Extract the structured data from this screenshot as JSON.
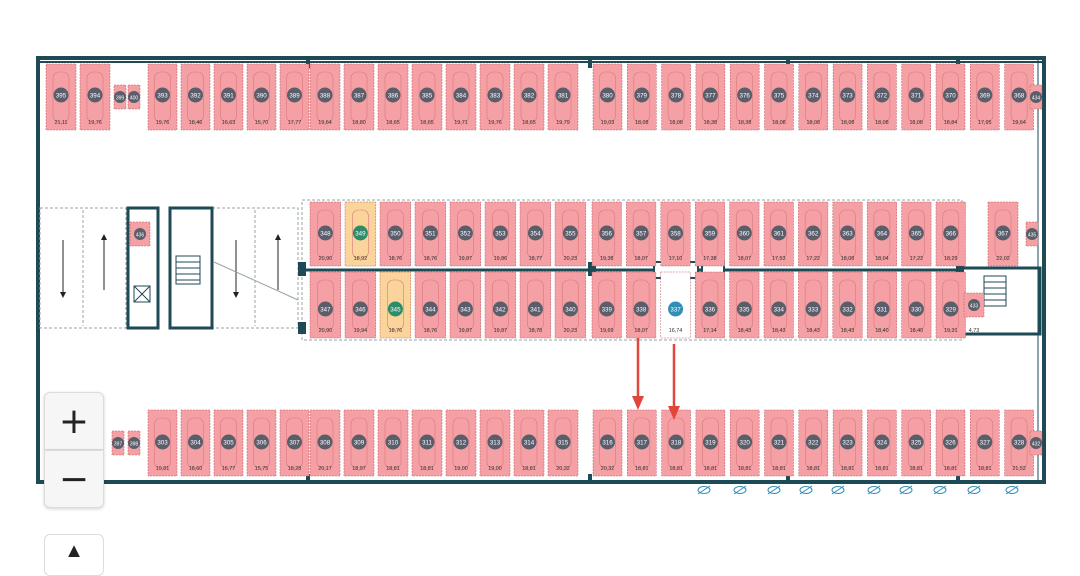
{
  "zoom": {
    "in_label": "+",
    "out_label": "−",
    "top_label": "▲"
  },
  "colors": {
    "wall": "#1d4a55",
    "spot_free": "#f4a0a4",
    "spot_reserved": "#fbd49b",
    "badge": "#5a5e6b",
    "badge_reserved": "#2e8c6a",
    "badge_selected": "#2f8fb5",
    "arrow": "#e0473a"
  },
  "rows": [
    {
      "id": "row-top",
      "spots": [
        {
          "num": "395",
          "area": "21,11"
        },
        {
          "num": "394",
          "area": "19,76"
        },
        {
          "num": "399",
          "area": ""
        },
        {
          "num": "400",
          "area": ""
        },
        {
          "num": "393",
          "area": "19,76"
        },
        {
          "num": "392",
          "area": "18,46"
        },
        {
          "num": "391",
          "area": "16,63"
        },
        {
          "num": "390",
          "area": "15,70"
        },
        {
          "num": "389",
          "area": "17,77"
        },
        {
          "num": "388",
          "area": "19,64"
        },
        {
          "num": "387",
          "area": "18,80"
        },
        {
          "num": "386",
          "area": "18,65"
        },
        {
          "num": "385",
          "area": "18,65"
        },
        {
          "num": "384",
          "area": "19,71"
        },
        {
          "num": "383",
          "area": "19,76"
        },
        {
          "num": "382",
          "area": "18,65"
        },
        {
          "num": "381",
          "area": "19,79"
        },
        {
          "num": "380",
          "area": "19,03"
        },
        {
          "num": "379",
          "area": "18,08"
        },
        {
          "num": "378",
          "area": "18,08"
        },
        {
          "num": "377",
          "area": "18,38"
        },
        {
          "num": "376",
          "area": "18,38"
        },
        {
          "num": "375",
          "area": "18,08"
        },
        {
          "num": "374",
          "area": "18,08"
        },
        {
          "num": "373",
          "area": "18,08"
        },
        {
          "num": "372",
          "area": "18,08"
        },
        {
          "num": "371",
          "area": "18,08"
        },
        {
          "num": "370",
          "area": "18,84"
        },
        {
          "num": "369",
          "area": "17,95"
        },
        {
          "num": "368",
          "area": "19,64"
        },
        {
          "num": "434",
          "area": ""
        }
      ]
    },
    {
      "id": "row-mid-upper",
      "spots": [
        {
          "num": "436",
          "area": ""
        },
        {
          "num": "348",
          "area": "20,90"
        },
        {
          "num": "349",
          "area": "18,92",
          "status": "reserved"
        },
        {
          "num": "350",
          "area": "18,76"
        },
        {
          "num": "351",
          "area": "18,76"
        },
        {
          "num": "352",
          "area": "19,87"
        },
        {
          "num": "353",
          "area": "19,86"
        },
        {
          "num": "354",
          "area": "18,77"
        },
        {
          "num": "355",
          "area": "20,23"
        },
        {
          "num": "356",
          "area": "19,38"
        },
        {
          "num": "357",
          "area": "18,07"
        },
        {
          "num": "358",
          "area": "17,10"
        },
        {
          "num": "359",
          "area": "17,38"
        },
        {
          "num": "360",
          "area": "18,07"
        },
        {
          "num": "361",
          "area": "17,53"
        },
        {
          "num": "362",
          "area": "17,22"
        },
        {
          "num": "363",
          "area": "18,08"
        },
        {
          "num": "364",
          "area": "18,04"
        },
        {
          "num": "365",
          "area": "17,22"
        },
        {
          "num": "366",
          "area": "18,29"
        },
        {
          "num": "367",
          "area": "22,02"
        },
        {
          "num": "435",
          "area": ""
        }
      ]
    },
    {
      "id": "row-mid-lower",
      "spots": [
        {
          "num": "347",
          "area": "20,90"
        },
        {
          "num": "346",
          "area": "19,94"
        },
        {
          "num": "345",
          "area": "18,76",
          "status": "reserved"
        },
        {
          "num": "344",
          "area": "18,76"
        },
        {
          "num": "343",
          "area": "19,87"
        },
        {
          "num": "342",
          "area": "19,87"
        },
        {
          "num": "341",
          "area": "18,78"
        },
        {
          "num": "340",
          "area": "20,23"
        },
        {
          "num": "339",
          "area": "19,69"
        },
        {
          "num": "338",
          "area": "18,07"
        },
        {
          "num": "337",
          "area": "16,74",
          "status": "selected"
        },
        {
          "num": "336",
          "area": "17,14"
        },
        {
          "num": "335",
          "area": "18,43"
        },
        {
          "num": "334",
          "area": "18,43"
        },
        {
          "num": "333",
          "area": "18,43"
        },
        {
          "num": "332",
          "area": "18,43"
        },
        {
          "num": "331",
          "area": "18,40"
        },
        {
          "num": "330",
          "area": "18,40"
        },
        {
          "num": "329",
          "area": "19,31"
        },
        {
          "num": "433",
          "area": "4,73"
        }
      ]
    },
    {
      "id": "row-bottom",
      "spots": [
        {
          "num": "397",
          "area": ""
        },
        {
          "num": "398",
          "area": ""
        },
        {
          "num": "303",
          "area": "19,81"
        },
        {
          "num": "304",
          "area": "18,60"
        },
        {
          "num": "305",
          "area": "16,77"
        },
        {
          "num": "306",
          "area": "15,75"
        },
        {
          "num": "307",
          "area": "18,28"
        },
        {
          "num": "308",
          "area": "20,17"
        },
        {
          "num": "309",
          "area": "18,97"
        },
        {
          "num": "310",
          "area": "18,81"
        },
        {
          "num": "311",
          "area": "18,81"
        },
        {
          "num": "312",
          "area": "19,00"
        },
        {
          "num": "313",
          "area": "19,00"
        },
        {
          "num": "314",
          "area": "18,81"
        },
        {
          "num": "315",
          "area": "20,32"
        },
        {
          "num": "316",
          "area": "20,32"
        },
        {
          "num": "317",
          "area": "18,81"
        },
        {
          "num": "318",
          "area": "18,81"
        },
        {
          "num": "319",
          "area": "18,81"
        },
        {
          "num": "320",
          "area": "18,81"
        },
        {
          "num": "321",
          "area": "18,81"
        },
        {
          "num": "322",
          "area": "18,81"
        },
        {
          "num": "323",
          "area": "18,81"
        },
        {
          "num": "324",
          "area": "18,81"
        },
        {
          "num": "325",
          "area": "18,81"
        },
        {
          "num": "326",
          "area": "18,81"
        },
        {
          "num": "327",
          "area": "18,81"
        },
        {
          "num": "328",
          "area": "21,52"
        },
        {
          "num": "432",
          "area": ""
        }
      ]
    }
  ],
  "ev_chargers": 10
}
